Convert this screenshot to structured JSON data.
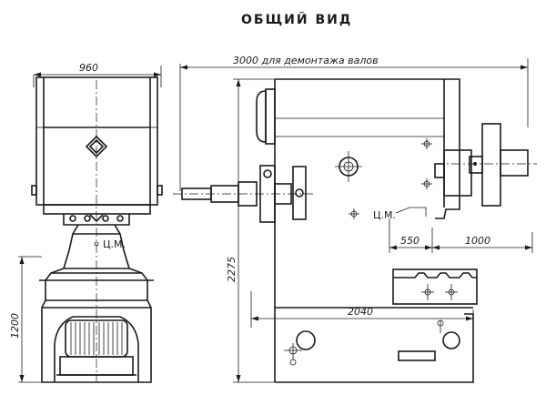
{
  "title": "ОБЩИЙ ВИД",
  "dimensions": {
    "front_width": "960",
    "front_height": "1200",
    "side_total_length": "3000 для демонтажа валов",
    "side_height": "2275",
    "side_base_length": "2040",
    "side_offset_small": "550",
    "side_offset_large": "1000"
  },
  "labels": {
    "front_center_mass": "Ц.М.",
    "side_center_mass": "Ц.М."
  }
}
